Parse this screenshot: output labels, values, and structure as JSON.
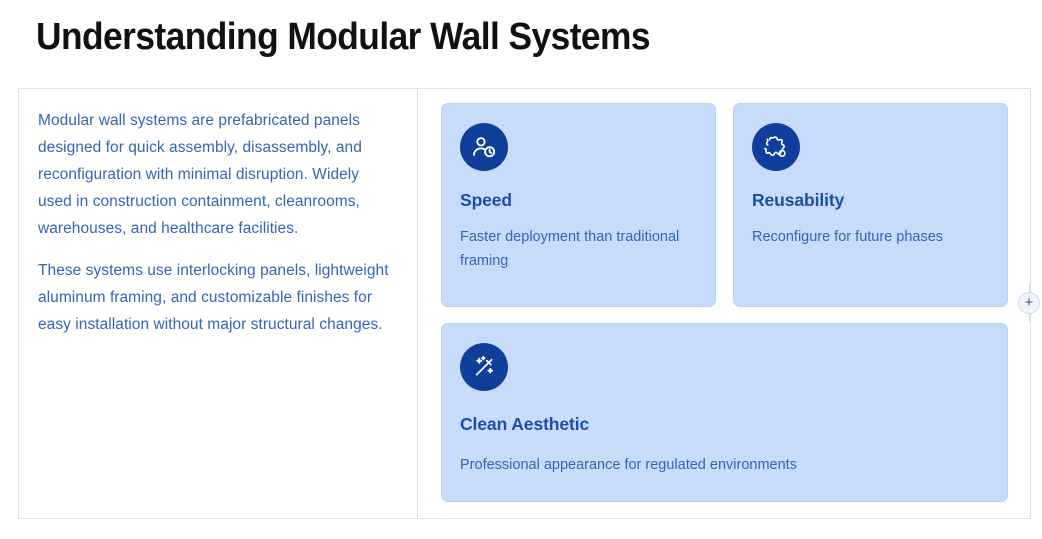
{
  "page": {
    "title": "Understanding Modular Wall Systems"
  },
  "colors": {
    "title_text": "#111111",
    "body_text": "#3465b4",
    "card_background": "#c9dbfa",
    "card_border": "#bcd1f2",
    "card_title_text": "#1f4fa3",
    "icon_circle": "#0f3f9a",
    "icon_glyph": "#ffffff",
    "panel_border": "#e2e2e2",
    "divider": "#dddddd"
  },
  "text_column": {
    "paragraphs": [
      "Modular wall systems are prefabricated panels designed for quick assembly, disassembly, and reconfiguration with minimal disruption. Widely used in construction containment, cleanrooms, warehouses, and healthcare facilities.",
      "These systems use interlocking panels, lightweight aluminum framing, and customizable finishes for easy installation without major structural changes."
    ]
  },
  "cards": [
    {
      "icon": "user-clock-icon",
      "title": "Speed",
      "description": "Faster deployment than traditional framing",
      "width": "half"
    },
    {
      "icon": "puzzle-pieces-icon",
      "title": "Reusability",
      "description": "Reconfigure for future phases",
      "width": "half"
    },
    {
      "icon": "magic-wand-icon",
      "title": "Clean Aesthetic",
      "description": "Professional appearance for regulated environments",
      "width": "full"
    }
  ],
  "add_handle": {
    "icon": "plus-icon",
    "label": "+"
  }
}
